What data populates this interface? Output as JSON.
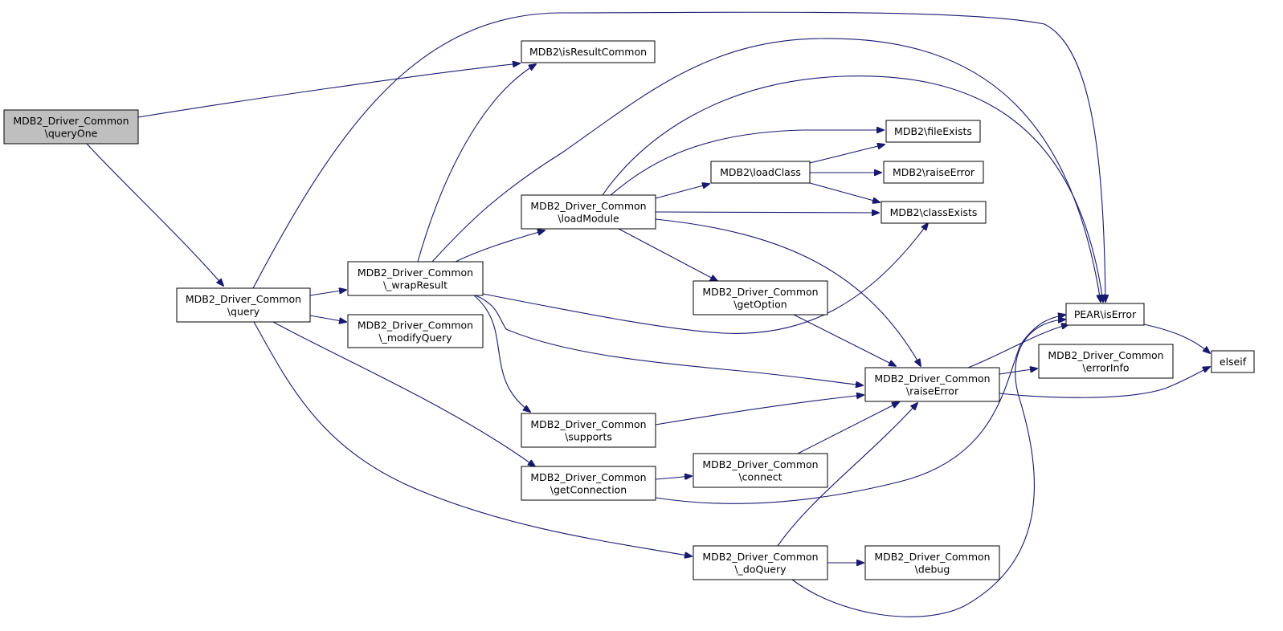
{
  "nodes": {
    "queryOne": {
      "lines": [
        "MDB2_Driver_Common",
        "\\queryOne"
      ],
      "root": true
    },
    "isResultCommon": {
      "lines": [
        "MDB2\\isResultCommon"
      ]
    },
    "query": {
      "lines": [
        "MDB2_Driver_Common",
        "\\query"
      ]
    },
    "wrapResult": {
      "lines": [
        "MDB2_Driver_Common",
        "\\_wrapResult"
      ]
    },
    "modifyQuery": {
      "lines": [
        "MDB2_Driver_Common",
        "\\_modifyQuery"
      ]
    },
    "loadModule": {
      "lines": [
        "MDB2_Driver_Common",
        "\\loadModule"
      ]
    },
    "supports": {
      "lines": [
        "MDB2_Driver_Common",
        "\\supports"
      ]
    },
    "getConnection": {
      "lines": [
        "MDB2_Driver_Common",
        "\\getConnection"
      ]
    },
    "loadClass": {
      "lines": [
        "MDB2\\loadClass"
      ]
    },
    "getOption": {
      "lines": [
        "MDB2_Driver_Common",
        "\\getOption"
      ]
    },
    "connect": {
      "lines": [
        "MDB2_Driver_Common",
        "\\connect"
      ]
    },
    "doQuery": {
      "lines": [
        "MDB2_Driver_Common",
        "\\_doQuery"
      ]
    },
    "fileExists": {
      "lines": [
        "MDB2\\fileExists"
      ]
    },
    "raiseErrorMDB2": {
      "lines": [
        "MDB2\\raiseError"
      ]
    },
    "classExists": {
      "lines": [
        "MDB2\\classExists"
      ]
    },
    "raiseError": {
      "lines": [
        "MDB2_Driver_Common",
        "\\raiseError"
      ]
    },
    "debug": {
      "lines": [
        "MDB2_Driver_Common",
        "\\debug"
      ]
    },
    "isError": {
      "lines": [
        "PEAR\\isError"
      ]
    },
    "errorInfo": {
      "lines": [
        "MDB2_Driver_Common",
        "\\errorInfo"
      ]
    },
    "elseif": {
      "lines": [
        "elseif"
      ]
    }
  },
  "edges": [
    {
      "from": "queryOne",
      "to": "isResultCommon"
    },
    {
      "from": "queryOne",
      "to": "query"
    },
    {
      "from": "query",
      "to": "isError"
    },
    {
      "from": "query",
      "to": "wrapResult"
    },
    {
      "from": "query",
      "to": "modifyQuery"
    },
    {
      "from": "query",
      "to": "getConnection"
    },
    {
      "from": "query",
      "to": "doQuery"
    },
    {
      "from": "wrapResult",
      "to": "isResultCommon"
    },
    {
      "from": "wrapResult",
      "to": "isError"
    },
    {
      "from": "wrapResult",
      "to": "loadModule"
    },
    {
      "from": "wrapResult",
      "to": "classExists"
    },
    {
      "from": "wrapResult",
      "to": "raiseError"
    },
    {
      "from": "wrapResult",
      "to": "supports"
    },
    {
      "from": "loadModule",
      "to": "isError"
    },
    {
      "from": "loadModule",
      "to": "fileExists"
    },
    {
      "from": "loadModule",
      "to": "loadClass"
    },
    {
      "from": "loadModule",
      "to": "classExists"
    },
    {
      "from": "loadModule",
      "to": "getOption"
    },
    {
      "from": "loadModule",
      "to": "raiseError"
    },
    {
      "from": "loadClass",
      "to": "fileExists"
    },
    {
      "from": "loadClass",
      "to": "raiseErrorMDB2"
    },
    {
      "from": "loadClass",
      "to": "classExists"
    },
    {
      "from": "getOption",
      "to": "raiseError"
    },
    {
      "from": "supports",
      "to": "raiseError"
    },
    {
      "from": "getConnection",
      "to": "connect"
    },
    {
      "from": "getConnection",
      "to": "isError"
    },
    {
      "from": "connect",
      "to": "raiseError"
    },
    {
      "from": "doQuery",
      "to": "raiseError"
    },
    {
      "from": "doQuery",
      "to": "debug"
    },
    {
      "from": "doQuery",
      "to": "isError"
    },
    {
      "from": "raiseError",
      "to": "isError"
    },
    {
      "from": "raiseError",
      "to": "errorInfo"
    },
    {
      "from": "raiseError",
      "to": "elseif"
    },
    {
      "from": "isError",
      "to": "elseif"
    }
  ]
}
